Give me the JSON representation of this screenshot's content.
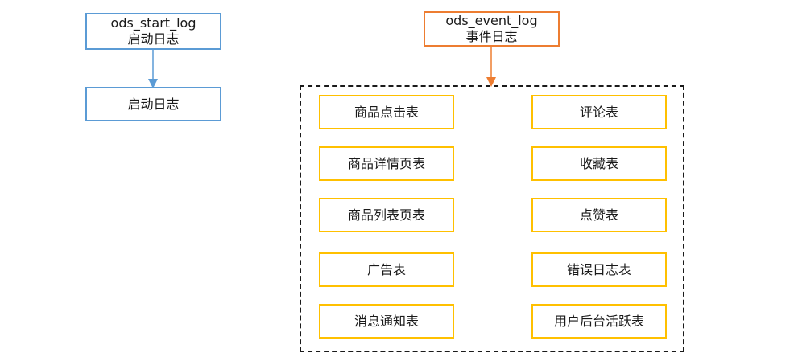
{
  "start_log": {
    "title": "ods_start_log",
    "subtitle": "启动日志",
    "child": "启动日志"
  },
  "event_log": {
    "title": "ods_event_log",
    "subtitle": "事件日志"
  },
  "event_tables": {
    "left": [
      "商品点击表",
      "商品详情页表",
      "商品列表页表",
      "广告表",
      "消息通知表"
    ],
    "right": [
      "评论表",
      "收藏表",
      "点赞表",
      "错误日志表",
      "用户后台活跃表"
    ]
  },
  "colors": {
    "start_border": "#5b9bd5",
    "event_border": "#ed7d31",
    "table_border": "#ffc000",
    "group_border": "#1a1a1a"
  }
}
